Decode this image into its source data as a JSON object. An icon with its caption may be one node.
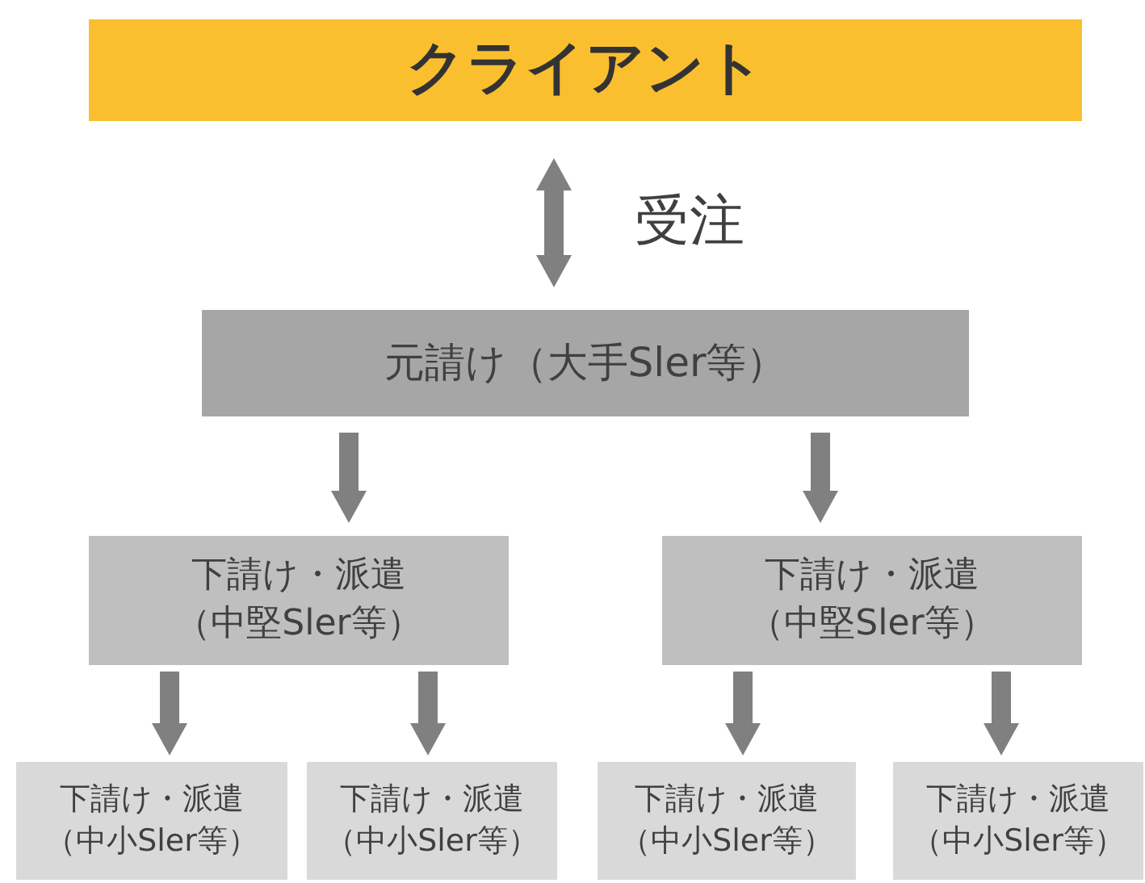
{
  "diagram": {
    "nodes": [
      {
        "text": [
          "クライアント"
        ]
      },
      {
        "text": [
          "元請け（大手Sler等）"
        ]
      },
      {
        "text": [
          "下請け・派遣（中堅Sler等）"
        ]
      },
      {
        "text": [
          "下請け・派遣（中堅Sler等）"
        ]
      },
      {
        "text": [
          "下請け・派遣（中小Sler等）"
        ]
      },
      {
        "text": [
          "下請け・派遣（中小Sler等）"
        ]
      },
      {
        "text": [
          "下請け・派遣（中小Sler等）"
        ]
      },
      {
        "text": [
          "下請け・派遣（中小Sler等）"
        ]
      }
    ],
    "edges": [
      {
        "from": 0,
        "to": 1,
        "arrow": "both",
        "label": "受注"
      },
      {
        "from": 1,
        "to": 2,
        "arrow": "to"
      },
      {
        "from": 1,
        "to": 3,
        "arrow": "to"
      },
      {
        "from": 2,
        "to": 4,
        "arrow": "to"
      },
      {
        "from": 2,
        "to": 5,
        "arrow": "to"
      },
      {
        "from": 3,
        "to": 6,
        "arrow": "to"
      },
      {
        "from": 3,
        "to": 7,
        "arrow": "to"
      }
    ]
  }
}
